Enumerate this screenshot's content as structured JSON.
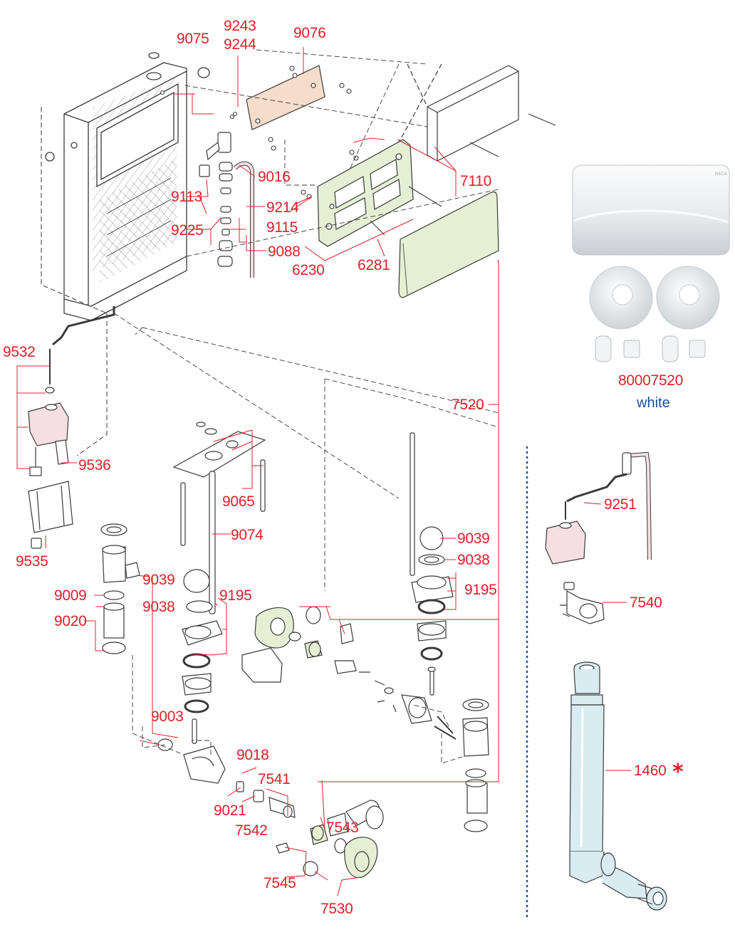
{
  "colors": {
    "label": "#e0202a",
    "note": "#1a4f9c",
    "outline": "#3a3a3a",
    "leader": "#e0202a",
    "divider": "#1a4f9c",
    "fill_pink": "#f6dfe3",
    "fill_orange": "#f6dccb",
    "fill_green": "#e4efd4",
    "fill_blue": "#d8ecf2"
  },
  "labels": {
    "p9075": "9075",
    "p9243": "9243",
    "p9244": "9244",
    "p9076": "9076",
    "p9016": "9016",
    "p7110": "7110",
    "p9113": "9113",
    "p9214": "9214",
    "p9225": "9225",
    "p9115": "9115",
    "p9088": "9088",
    "p6230": "6230",
    "p6281": "6281",
    "p9532": "9532",
    "p9536": "9536",
    "p9535": "9535",
    "p9065": "9065",
    "p9074": "9074",
    "p7520": "7520",
    "p9039a": "9039",
    "p9038a": "9038",
    "p9195a": "9195",
    "p9009": "9009",
    "p9020": "9020",
    "p9039b": "9039",
    "p9038b": "9038",
    "p9195b": "9195",
    "p9003": "9003",
    "p9018": "9018",
    "p7541": "7541",
    "p9021": "9021",
    "p7542": "7542",
    "p7543": "7543",
    "p7545": "7545",
    "p7530": "7530",
    "p80007520": "80007520",
    "p9251": "9251",
    "p7540": "7540",
    "p1460": "1460"
  },
  "notes": {
    "color_white": "white",
    "asterisk": "*"
  }
}
